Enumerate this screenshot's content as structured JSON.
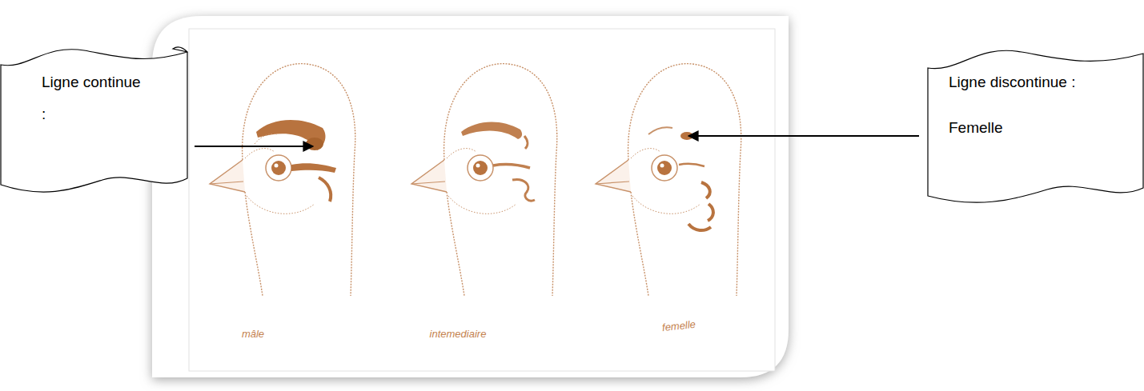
{
  "diagram": {
    "nodes": [
      {
        "text": [
          "Ligne continue :"
        ]
      },
      {
        "text": [
          "Ligne discontinue :",
          "Femelle"
        ]
      }
    ],
    "labels": [
      "mâle",
      "intemediaire",
      "femelle"
    ]
  }
}
